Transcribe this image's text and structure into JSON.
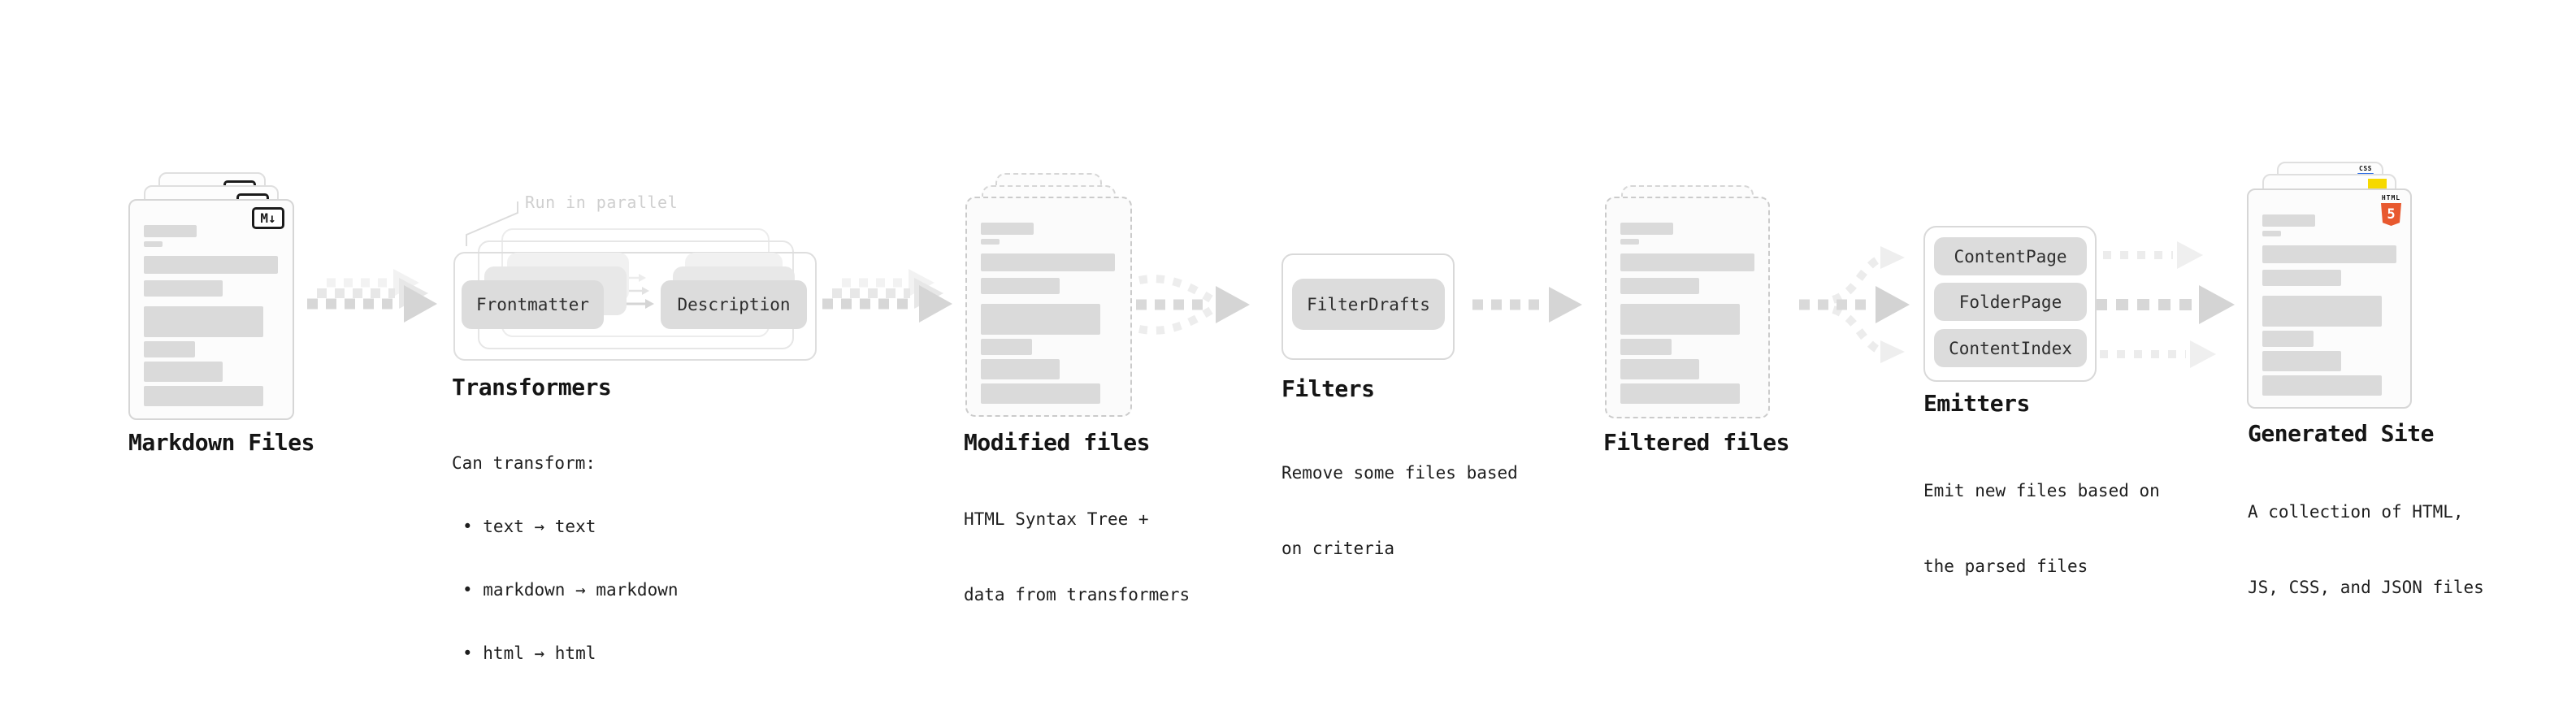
{
  "colors": {
    "arrow": "#d7d7d7",
    "arrow_faint": "#ececec",
    "card_border": "#d6d6d6",
    "card_bg": "#fbfbfb",
    "text_bar": "#dadada",
    "pill_bg": "#dcdcdc",
    "title_text": "#151515",
    "body_text": "#1e1e1e",
    "muted_callout": "#cfcfcf",
    "html5_orange": "#e8592f",
    "css_blue": "#2e6de5",
    "js_yellow": "#f6d900",
    "badge_black": "#1b1b1b"
  },
  "stages": {
    "markdown": {
      "title": "Markdown Files",
      "badge": "M↓"
    },
    "transformers": {
      "title": "Transformers",
      "callout": "Run in parallel",
      "pills": {
        "frontmatter": "Frontmatter",
        "description": "Description"
      },
      "desc": {
        "line1": "Can transform:",
        "bullet1": "• text → text",
        "bullet2": "• markdown → markdown",
        "bullet3": "• html → html"
      }
    },
    "modified": {
      "title": "Modified files",
      "desc": {
        "line1": "HTML Syntax Tree +",
        "line2": "data from transformers"
      }
    },
    "filters": {
      "title": "Filters",
      "pills": {
        "filterdrafts": "FilterDrafts"
      },
      "desc": {
        "line1": "Remove some files based",
        "line2": "on criteria"
      }
    },
    "filtered": {
      "title": "Filtered files"
    },
    "emitters": {
      "title": "Emitters",
      "pills": {
        "contentpage": "ContentPage",
        "folderpage": "FolderPage",
        "contentindex": "ContentIndex"
      },
      "desc": {
        "line1": "Emit new files based on",
        "line2": "the parsed files"
      }
    },
    "generated": {
      "title": "Generated Site",
      "badges": {
        "html_word": "HTML",
        "html_number": "5",
        "css": "CSS"
      },
      "desc": {
        "line1": "A collection of HTML,",
        "line2": "JS, CSS, and JSON files"
      }
    }
  }
}
